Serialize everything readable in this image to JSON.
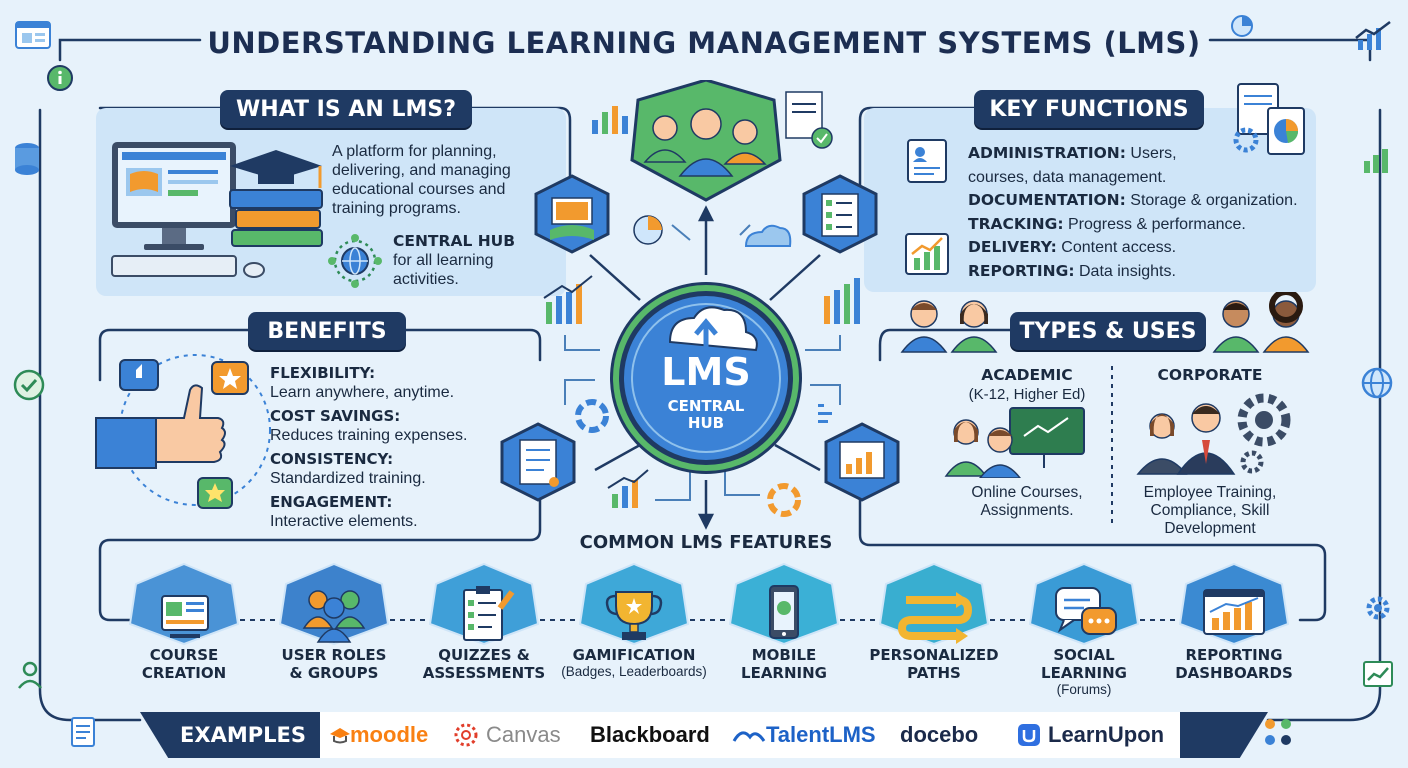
{
  "title": "UNDERSTANDING LEARNING MANAGEMENT SYSTEMS (LMS)",
  "what_is": {
    "heading": "WHAT IS AN LMS?",
    "desc_lines": [
      "A platform for planning,",
      "delivering, and managing",
      "educational courses and",
      "training programs."
    ],
    "hub_lines": [
      "CENTRAL HUB",
      "for all learning",
      "activities."
    ]
  },
  "key_functions": {
    "heading": "KEY FUNCTIONS",
    "items": [
      {
        "label": "ADMINISTRATION:",
        "text": " Users,"
      },
      {
        "label": "",
        "text": "courses, data management."
      },
      {
        "label": "DOCUMENTATION:",
        "text": " Storage & organization."
      },
      {
        "label": "TRACKING:",
        "text": " Progress & performance."
      },
      {
        "label": "DELIVERY:",
        "text": " Content access."
      },
      {
        "label": "REPORTING:",
        "text": " Data insights."
      }
    ]
  },
  "benefits": {
    "heading": "BENEFITS",
    "items": [
      {
        "label": "FLEXIBILITY:",
        "text": "Learn anywhere, anytime."
      },
      {
        "label": "COST SAVINGS:",
        "text": "Reduces training expenses."
      },
      {
        "label": "CONSISTENCY:",
        "text": "Standardized training."
      },
      {
        "label": "ENGAGEMENT:",
        "text": "Interactive elements."
      }
    ]
  },
  "hub": {
    "main": "LMS",
    "sub1": "CENTRAL",
    "sub2": "HUB"
  },
  "types": {
    "heading": "TYPES & USES",
    "academic": {
      "title": "ACADEMIC",
      "sub": "(K-12, Higher Ed)",
      "lines": [
        "Online Courses,",
        "Assignments."
      ]
    },
    "corporate": {
      "title": "CORPORATE",
      "lines": [
        "Employee Training,",
        "Compliance, Skill",
        "Development"
      ]
    }
  },
  "features": {
    "heading": "COMMON LMS FEATURES",
    "items": [
      {
        "l1": "COURSE",
        "l2": "CREATION",
        "sub": "",
        "color": "#4a93d6"
      },
      {
        "l1": "USER ROLES",
        "l2": "& GROUPS",
        "sub": "",
        "color": "#3d82cc"
      },
      {
        "l1": "QUIZZES &",
        "l2": "ASSESSMENTS",
        "sub": "",
        "color": "#3f9fd8"
      },
      {
        "l1": "GAMIFICATION",
        "l2": "",
        "sub": "(Badges, Leaderboards)",
        "color": "#3ea8d8"
      },
      {
        "l1": "MOBILE",
        "l2": "LEARNING",
        "sub": "",
        "color": "#3bb0d6"
      },
      {
        "l1": "PERSONALIZED",
        "l2": "PATHS",
        "sub": "",
        "color": "#39aed0"
      },
      {
        "l1": "SOCIAL LEARNING",
        "l2": "",
        "sub": "(Forums)",
        "color": "#3a9bd6"
      },
      {
        "l1": "REPORTING",
        "l2": "DASHBOARDS",
        "sub": "",
        "color": "#3b8ad2"
      }
    ]
  },
  "examples": {
    "label": "EXAMPLES",
    "logos": [
      {
        "text": "moodle",
        "color": "#f98012"
      },
      {
        "text": "Canvas",
        "color": "#8a8a8a"
      },
      {
        "text": "Blackboard",
        "color": "#111111"
      },
      {
        "text": "TalentLMS",
        "color": "#1d62c7"
      },
      {
        "text": "docebo",
        "color": "#1b2a4a"
      },
      {
        "text": "LearnUpon",
        "color": "#1b2a4a"
      }
    ]
  },
  "colors": {
    "navy": "#1f3a63",
    "teal": "#2fa59a",
    "blue": "#3b82d6",
    "green": "#58b86a",
    "orange": "#f29a2e"
  }
}
